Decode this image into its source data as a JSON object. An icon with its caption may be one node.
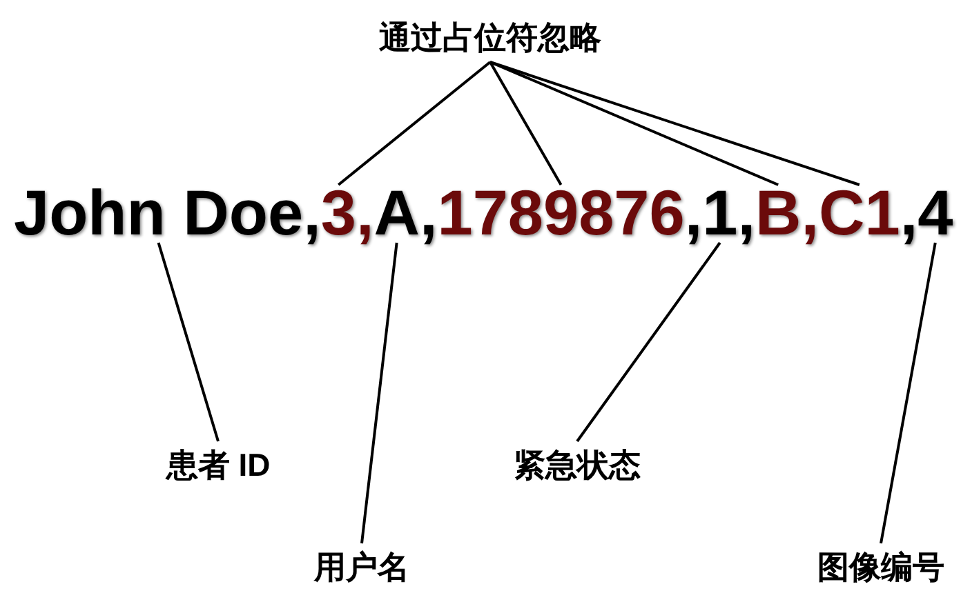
{
  "diagram": {
    "nodes": [
      {
        "text": [
          "通过占位符忽略"
        ]
      },
      {
        "text": [
          "John Doe"
        ]
      },
      {
        "text": [
          "3"
        ]
      },
      {
        "text": [
          "A"
        ]
      },
      {
        "text": [
          "1789876"
        ]
      },
      {
        "text": [
          "1"
        ]
      },
      {
        "text": [
          "B"
        ]
      },
      {
        "text": [
          "C1"
        ]
      },
      {
        "text": [
          "4"
        ]
      },
      {
        "text": [
          "患者 ID"
        ]
      },
      {
        "text": [
          "用户名"
        ]
      },
      {
        "text": [
          "紧急状态"
        ]
      },
      {
        "text": [
          "图像编号"
        ]
      }
    ],
    "edges": [
      {
        "from": 0,
        "to": 2,
        "arrow": "none"
      },
      {
        "from": 0,
        "to": 4,
        "arrow": "none"
      },
      {
        "from": 0,
        "to": 6,
        "arrow": "none"
      },
      {
        "from": 0,
        "to": 7,
        "arrow": "none"
      },
      {
        "from": 9,
        "to": 1,
        "arrow": "none"
      },
      {
        "from": 10,
        "to": 3,
        "arrow": "none"
      },
      {
        "from": 11,
        "to": 5,
        "arrow": "none"
      },
      {
        "from": 12,
        "to": 8,
        "arrow": "none"
      }
    ],
    "labels": [
      ",",
      ",",
      ",",
      ",",
      ",",
      ",",
      ","
    ]
  }
}
